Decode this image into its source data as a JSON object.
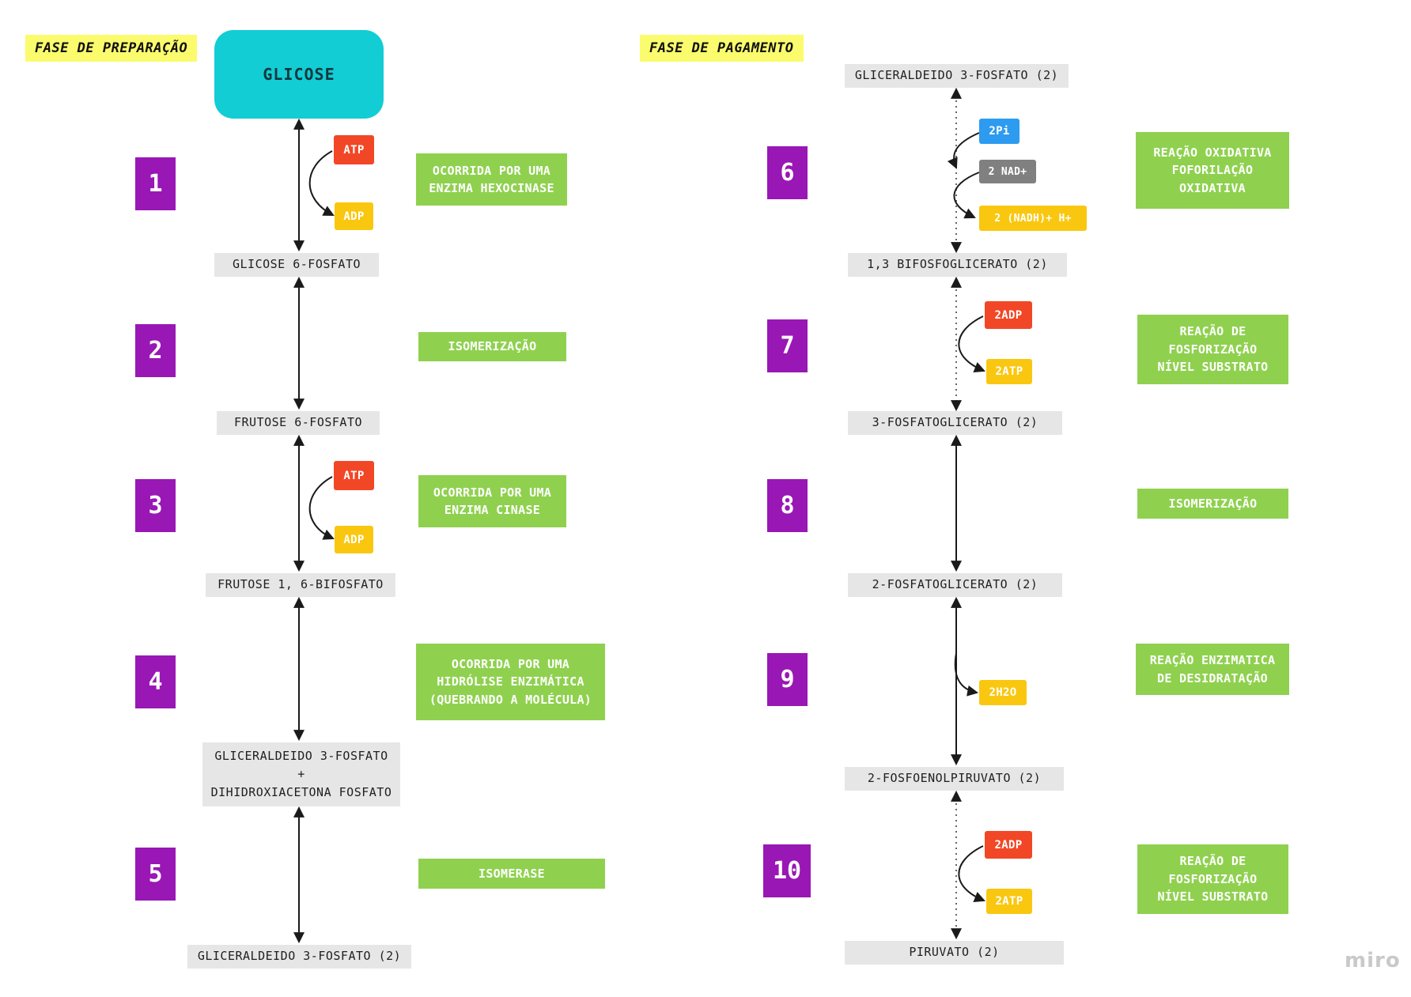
{
  "watermark": "miro",
  "colors": {
    "cyan": "#12CDD4",
    "purple": "#9917B5",
    "green": "#8FD14F",
    "gray_box": "#E6E6E6",
    "red": "#F24726",
    "yellow": "#FAC710",
    "blue": "#2D9BF0",
    "gray_chip": "#808080",
    "highlight": "#FBFB6E"
  },
  "left": {
    "phase_label": "FASE DE PREPARAÇÃO",
    "start_node": "GLICOSE",
    "steps": [
      {
        "number": "1",
        "note": "OCORRIDA POR UMA\nENZIMA HEXOCINASE",
        "cofactor_in": "ATP",
        "cofactor_out": "ADP",
        "product": "GLICOSE 6-FOSFATO"
      },
      {
        "number": "2",
        "note": "ISOMERIZAÇÃO",
        "product": "FRUTOSE 6-FOSFATO"
      },
      {
        "number": "3",
        "note": "OCORRIDA POR UMA\nENZIMA CINASE",
        "cofactor_in": "ATP",
        "cofactor_out": "ADP",
        "product": "FRUTOSE 1, 6-BIFOSFATO"
      },
      {
        "number": "4",
        "note": "OCORRIDA POR UMA\nHIDRÓLISE ENZIMÁTICA\n(QUEBRANDO A MOLÉCULA)",
        "product": "GLICERALDEIDO 3-FOSFATO\n+\nDIHIDROXIACETONA FOSFATO"
      },
      {
        "number": "5",
        "note": "ISOMERASE",
        "product": "GLICERALDEIDO 3-FOSFATO (2)"
      }
    ]
  },
  "right": {
    "phase_label": "FASE DE PAGAMENTO",
    "start_node": "GLICERALDEIDO 3-FOSFATO (2)",
    "steps": [
      {
        "number": "6",
        "note": "REAÇÃO OXIDATIVA\nFOFORILAÇÃO\nOXIDATIVA",
        "cofactors": [
          "2Pi",
          "2 NAD+",
          "2 (NADH)+ H+"
        ],
        "product": "1,3 BIFOSFOGLICERATO (2)"
      },
      {
        "number": "7",
        "note": "REAÇÃO DE\nFOSFORIZAÇÃO\nNÍVEL SUBSTRATO",
        "cofactor_in": "2ADP",
        "cofactor_out": "2ATP",
        "product": "3-FOSFATOGLICERATO (2)"
      },
      {
        "number": "8",
        "note": "ISOMERIZAÇÃO",
        "product": "2-FOSFATOGLICERATO (2)"
      },
      {
        "number": "9",
        "note": "REAÇÃO ENZIMATICA\nDE DESIDRATAÇÃO",
        "cofactor_out": "2H2O",
        "product": "2-FOSFOENOLPIRUVATO (2)"
      },
      {
        "number": "10",
        "note": "REAÇÃO DE\nFOSFORIZAÇÃO\nNÍVEL SUBSTRATO",
        "cofactor_in": "2ADP",
        "cofactor_out": "2ATP",
        "product": "PIRUVATO (2)"
      }
    ]
  }
}
